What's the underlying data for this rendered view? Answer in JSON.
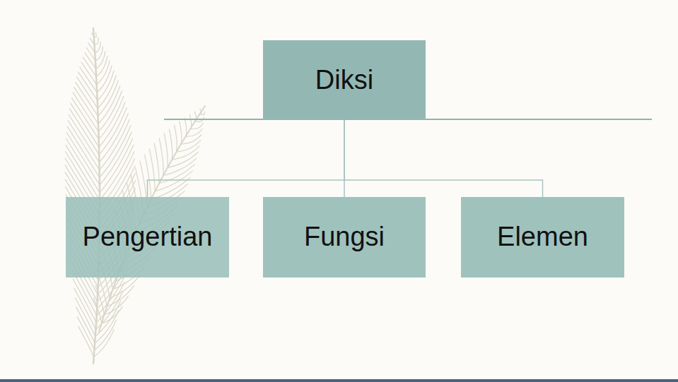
{
  "diagram": {
    "nodes": [
      {
        "text": [
          "Diksi"
        ]
      },
      {
        "text": [
          "Pengertian"
        ]
      },
      {
        "text": [
          "Fungsi"
        ]
      },
      {
        "text": [
          "Elemen"
        ]
      }
    ],
    "edges": [
      {
        "from": 0,
        "to": 1,
        "arrow": "none"
      },
      {
        "from": 0,
        "to": 2,
        "arrow": "none"
      },
      {
        "from": 0,
        "to": 3,
        "arrow": "none"
      }
    ]
  }
}
